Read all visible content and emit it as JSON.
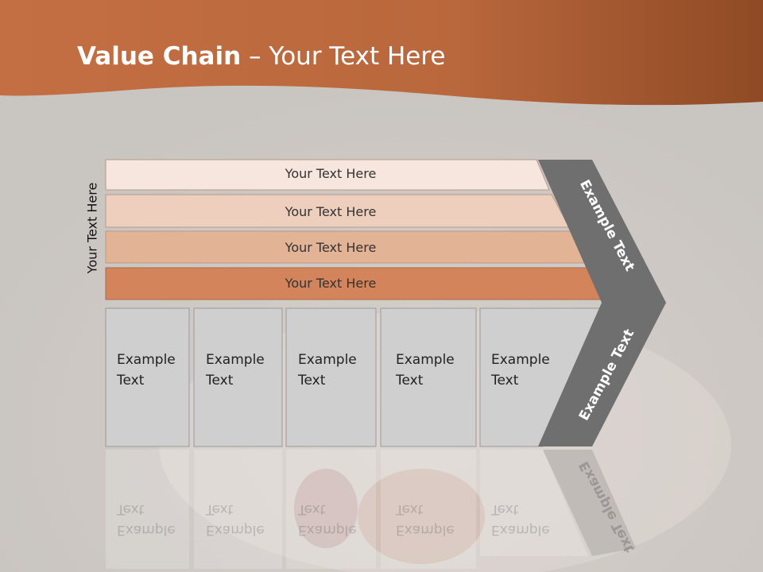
{
  "slide": {
    "title_bold": "Value Chain",
    "title_rest": " – Your Text Here",
    "vertical_label": "Your Text Here"
  },
  "rows": [
    {
      "label": "Your Text Here",
      "color": "#f6e6de"
    },
    {
      "label": "Your Text Here",
      "color": "#eecfbe"
    },
    {
      "label": "Your Text Here",
      "color": "#e3b396"
    },
    {
      "label": "Your Text Here",
      "color": "#d4845a"
    }
  ],
  "boxes": [
    {
      "line1": "Example",
      "line2": "Text"
    },
    {
      "line1": "Example",
      "line2": "Text"
    },
    {
      "line1": "Example",
      "line2": "Text"
    },
    {
      "line1": "Example",
      "line2": "Text"
    },
    {
      "line1": "Example",
      "line2": "Text"
    }
  ],
  "chevron": {
    "upper_label": "Example Text",
    "lower_label": "Example Text",
    "color": "#6f6f6f"
  },
  "colors": {
    "header": "#b8683d",
    "box_fill": "#cfcfcf",
    "box_border": "#9a9a9a"
  }
}
